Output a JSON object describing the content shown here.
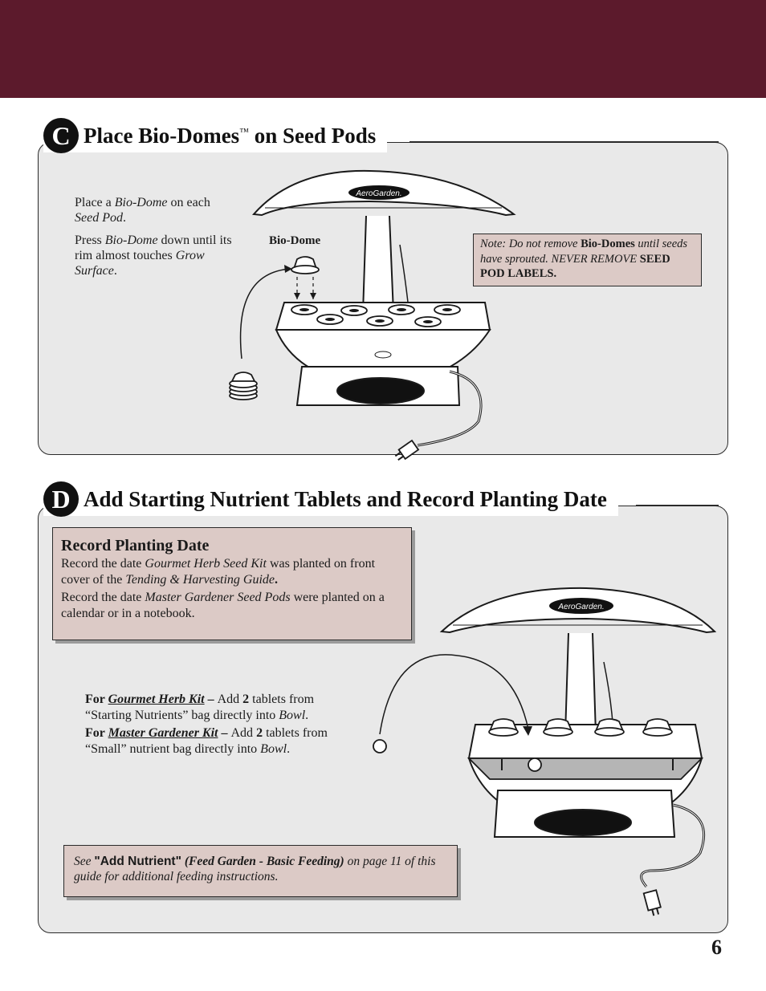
{
  "page_number": "6",
  "section_c": {
    "letter": "C",
    "title": "Place Bio-Domes",
    "trademark": "™",
    "title_tail": " on Seed Pods",
    "instructions": [
      {
        "a": "Place a ",
        "b": "Bio-Dome",
        "c": " on each ",
        "d": "Seed Pod",
        "e": "."
      },
      {
        "a": "Press ",
        "b": "Bio-Dome",
        "c": " down until its rim almost touches ",
        "d": "Grow Surface",
        "e": "."
      }
    ],
    "biodome_label": "Bio-Dome",
    "logo_text": "AeroGarden.",
    "note": {
      "prefix": "Note: Do not remove ",
      "strong1": "Bio-Domes",
      "mid": " until seeds have sprouted. NEVER REMOVE ",
      "strong2": "SEED POD LABELS."
    }
  },
  "section_d": {
    "letter": "D",
    "title": "Add Starting Nutrient Tablets and Record Planting Date",
    "record_box": {
      "heading": "Record Planting Date",
      "line1_a": "Record the date ",
      "line1_b": "Gourmet Herb Seed Kit",
      "line1_c": " was planted on front cover of the ",
      "line1_d": "Tending & Harvesting Guide",
      "line1_e": ".",
      "line2_a": "Record the date ",
      "line2_b": "Master Gardener Seed Pods",
      "line2_c": " were planted on a calendar or in a notebook."
    },
    "kits": [
      {
        "for": "For ",
        "kit": "Gourmet Herb Kit",
        "dash": " – ",
        "add": "Add ",
        "num": "2",
        "rest": " tablets from “Starting Nutrients” bag directly into ",
        "bowl": "Bowl",
        "end": "."
      },
      {
        "for": "For ",
        "kit": "Master Gardener Kit",
        "dash": " – ",
        "add": "Add ",
        "num": "2",
        "rest": " tablets from “Small” nutrient bag directly into  ",
        "bowl": "Bowl",
        "end": "."
      }
    ],
    "see_box": {
      "see": "See ",
      "ref": "\"Add Nutrient\"",
      "ref_italic": " (Feed Garden - Basic Feeding)",
      "tail": " on page 11 of this guide for additional feeding instructions."
    },
    "logo_text": "AeroGarden."
  },
  "colors": {
    "band": "#5c1a2c",
    "panel": "#e9e9e9",
    "note_fill": "#dccac6"
  }
}
